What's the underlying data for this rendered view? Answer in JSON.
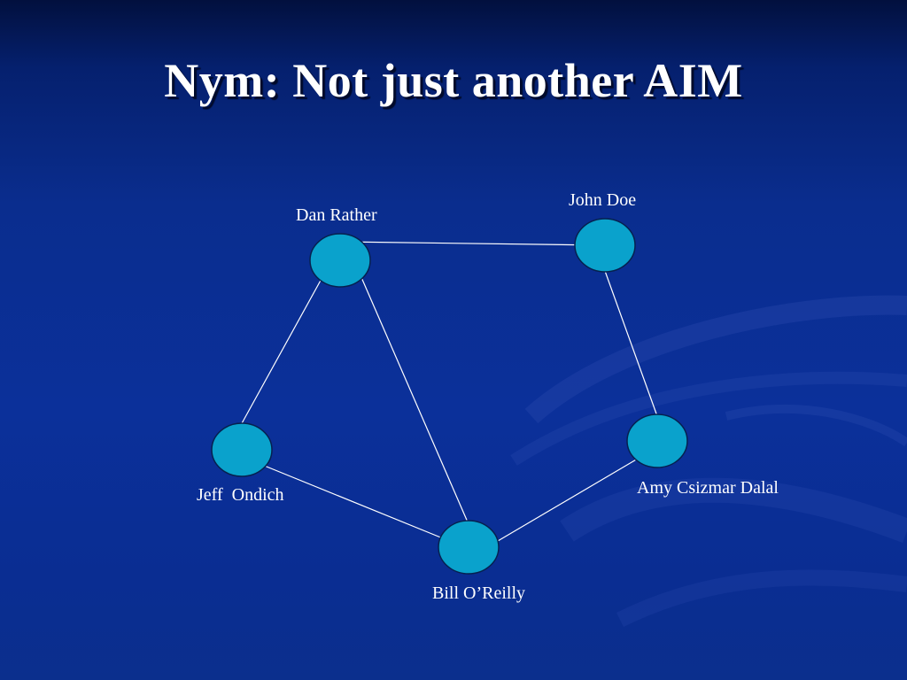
{
  "slide": {
    "title": "Nym: Not just another AIM"
  },
  "graph": {
    "nodes": [
      {
        "id": "dan",
        "label": "Dan Rather"
      },
      {
        "id": "john",
        "label": "John Doe"
      },
      {
        "id": "jeff",
        "label": "Jeff  Ondich"
      },
      {
        "id": "amy",
        "label": "Amy Csizmar Dalal"
      },
      {
        "id": "bill",
        "label": "Bill O’Reilly"
      }
    ],
    "edges": [
      [
        "dan",
        "john"
      ],
      [
        "dan",
        "jeff"
      ],
      [
        "dan",
        "bill"
      ],
      [
        "john",
        "amy"
      ],
      [
        "jeff",
        "bill"
      ],
      [
        "bill",
        "amy"
      ]
    ]
  },
  "colors": {
    "node_fill": "#0aa2cc",
    "node_stroke": "#06214f",
    "edge": "#ffffff"
  }
}
